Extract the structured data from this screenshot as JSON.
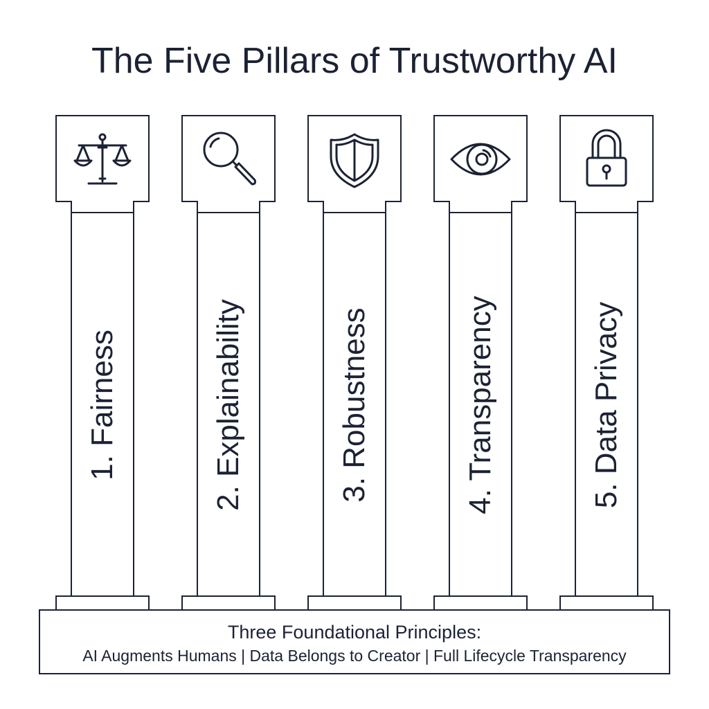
{
  "title": "The Five Pillars of Trustworthy AI",
  "pillars": [
    {
      "label": "1. Fairness",
      "icon": "scales-icon"
    },
    {
      "label": "2. Explainability",
      "icon": "magnifier-icon"
    },
    {
      "label": "3. Robustness",
      "icon": "shield-icon"
    },
    {
      "label": "4. Transparency",
      "icon": "eye-icon"
    },
    {
      "label": "5. Data Privacy",
      "icon": "padlock-icon"
    }
  ],
  "foundation": {
    "heading": "Three Foundational Principles:",
    "principles": "AI Augments Humans | Data Belongs to Creator | Full Lifecycle Transparency"
  },
  "colors": {
    "ink": "#1b2233",
    "background": "#ffffff"
  }
}
